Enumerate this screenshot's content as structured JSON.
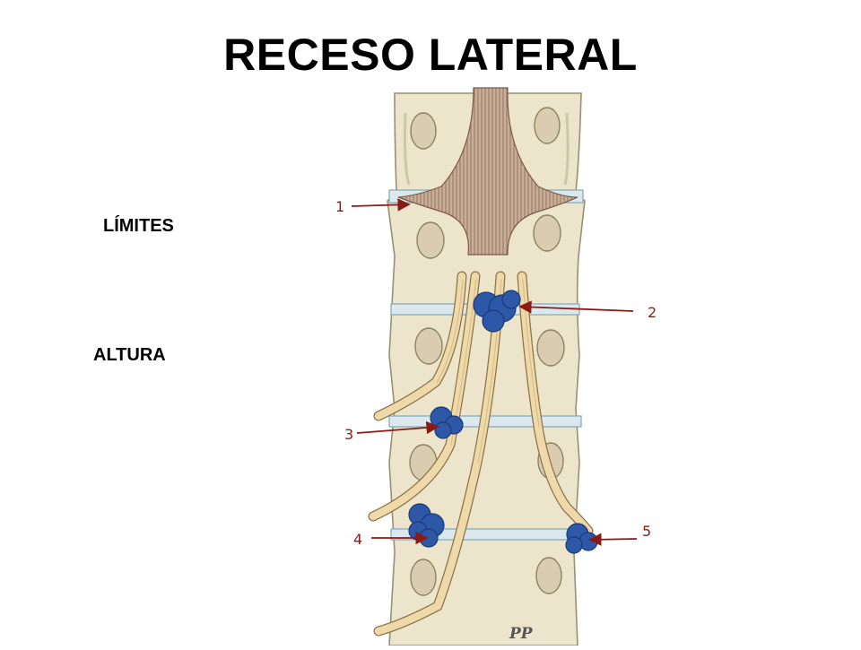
{
  "title": "RECESO LATERAL",
  "labels": {
    "limites": "LÍMITES",
    "altura": "ALTURA"
  },
  "diagram": {
    "markers": [
      "1",
      "2",
      "3",
      "4",
      "5"
    ],
    "signature": "PP",
    "colors": {
      "bone": "#ece5cc",
      "bone_outline": "#9a9070",
      "disc": "#dbe9ee",
      "disc_line": "#7fa8b8",
      "nerve_root": "#f0d9a8",
      "herniation": "#2d58a8",
      "arrow": "#8a1a14",
      "dural_sac": "#b79a86"
    }
  }
}
